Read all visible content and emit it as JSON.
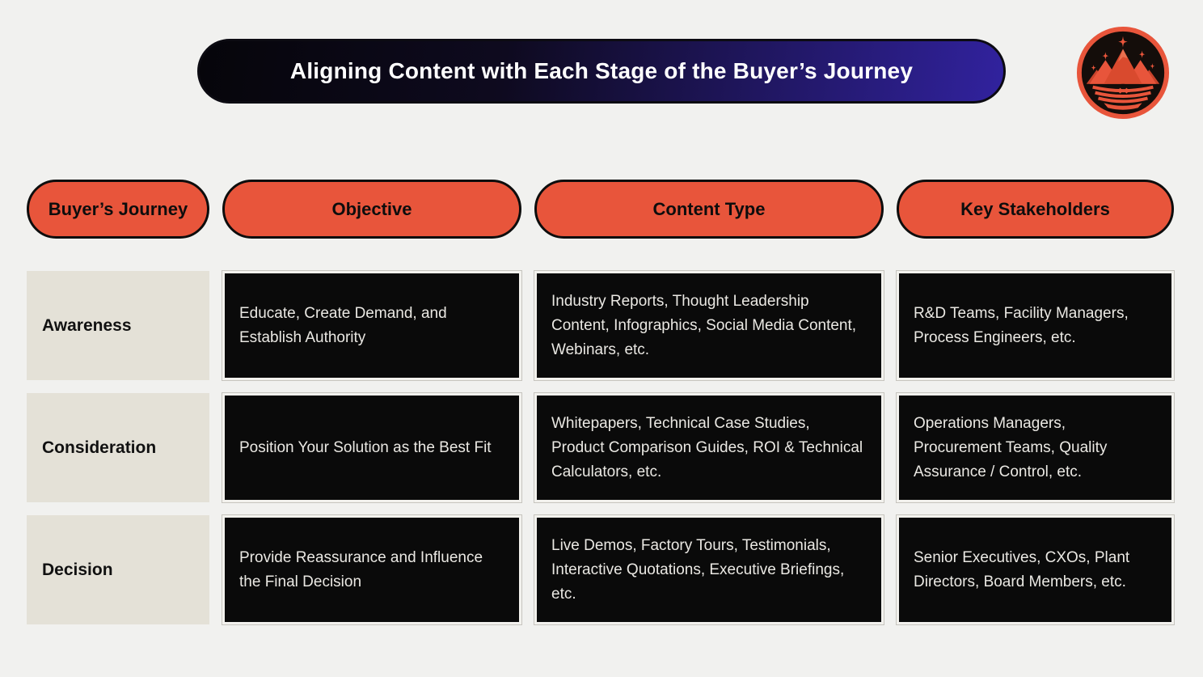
{
  "header": {
    "title": "Aligning Content with Each Stage of the Buyer’s Journey",
    "logo_icon": "mountain-crown-logo"
  },
  "colors": {
    "background": "#F1F1EF",
    "accent_orange": "#E8553B",
    "pill_border_black": "#0D0D0D",
    "title_gradient_start": "#06050A",
    "title_gradient_end": "#31229E",
    "row_label_beige": "#E4E1D7",
    "cell_black": "#0A0A0A",
    "cell_text": "#EAE8E3"
  },
  "table": {
    "column_headers": [
      "Buyer’s Journey",
      "Objective",
      "Content Type",
      "Key Stakeholders"
    ],
    "rows": [
      {
        "stage": "Awareness",
        "objective": "Educate, Create Demand, and Establish Authority",
        "content_type": "Industry Reports, Thought Leadership Content, Infographics, Social Media Content, Webinars, etc.",
        "key_stakeholders": "R&D Teams, Facility Managers, Process Engineers, etc."
      },
      {
        "stage": "Consideration",
        "objective": "Position Your Solution as the Best Fit",
        "content_type": "Whitepapers, Technical Case Studies, Product Comparison Guides, ROI & Technical Calculators, etc.",
        "key_stakeholders": "Operations Managers, Procurement Teams, Quality Assurance / Control, etc."
      },
      {
        "stage": "Decision",
        "objective": "Provide Reassurance and Influence the Final Decision",
        "content_type": "Live Demos, Factory Tours, Testimonials, Interactive Quotations, Executive Briefings, etc.",
        "key_stakeholders": "Senior Executives, CXOs, Plant Directors, Board Members, etc."
      }
    ]
  }
}
